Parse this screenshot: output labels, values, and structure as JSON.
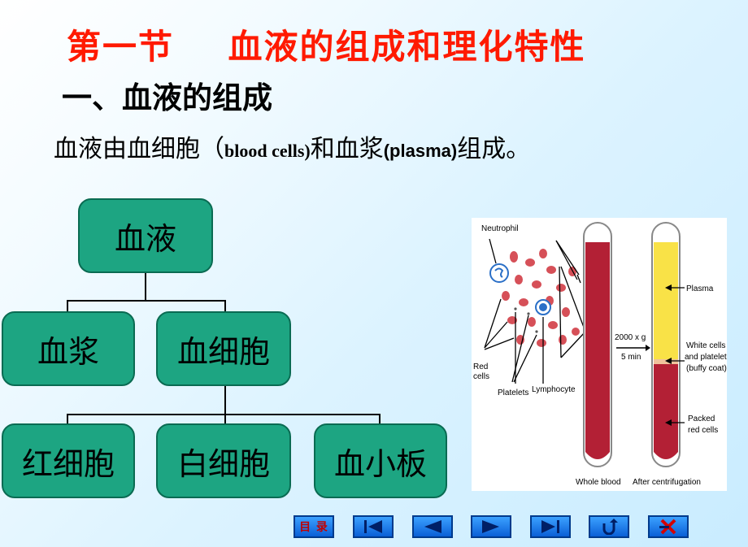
{
  "title": "第一节    血液的组成和理化特性",
  "subtitle": "一、血液的组成",
  "lead": {
    "part1": "血液由血细胞（",
    "en1": "blood cells)",
    "part2": "和血浆",
    "en2": "(plasma)",
    "part3": "组成。"
  },
  "tree": {
    "root": "血液",
    "level1": [
      "血浆",
      "血细胞"
    ],
    "level2": [
      "红细胞",
      "白细胞",
      "血小板"
    ]
  },
  "figure": {
    "neutrophil": "Neutrophil",
    "red_cells_1": "Red",
    "red_cells_2": "cells",
    "platelets": "Platelets",
    "lymphocyte": "Lymphocyte",
    "speed": "2000 x g",
    "time": "5 min",
    "plasma": "Plasma",
    "buffy_1": "White cells",
    "buffy_2": "and platelets",
    "buffy_3": "(buffy coat)",
    "packed_1": "Packed",
    "packed_2": "red cells",
    "whole_blood": "Whole blood",
    "after": "After centrifugation"
  },
  "nav": {
    "directory": "目 录",
    "icons": [
      "first-page-icon",
      "previous-icon",
      "next-icon",
      "last-page-icon",
      "return-icon",
      "exit-icon"
    ]
  }
}
